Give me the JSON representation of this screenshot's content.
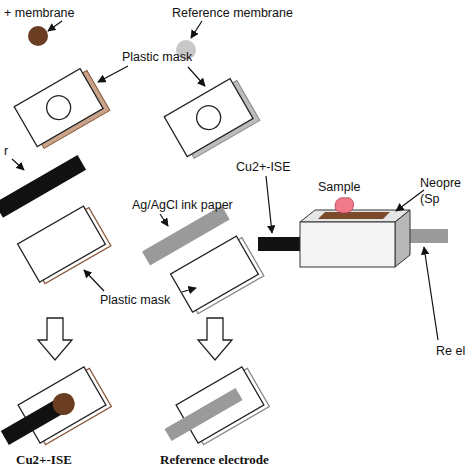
{
  "diagram": {
    "labels": [
      "+ membrane",
      "Reference membrane",
      "Plastic mask",
      "r",
      "Ag/AgCl ink paper",
      "Plastic mask",
      "Cu2+-ISE",
      "Reference electrode",
      "Cu2+-ISE",
      "Sample",
      "Neopre (Sp",
      "Re el"
    ]
  }
}
